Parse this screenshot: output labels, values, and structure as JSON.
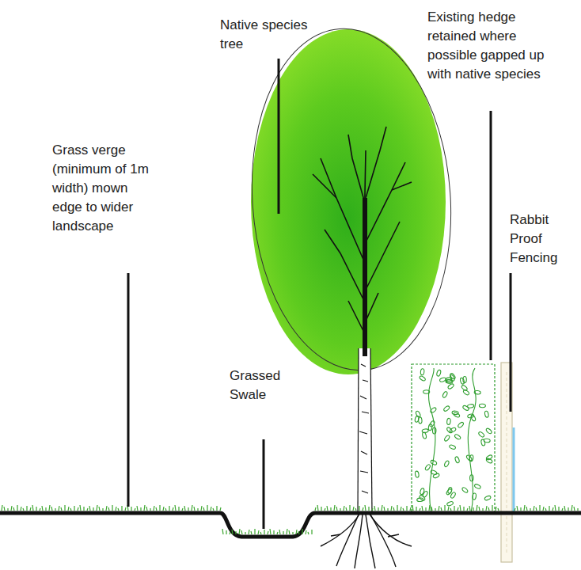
{
  "diagram": {
    "labels": [
      "Native species tree",
      "Existing hedge retained where possible gapped up with native species",
      "Grass verge (minimum of 1m width) mown edge to wider landscape",
      "Rabbit Proof Fencing",
      "Grassed Swale"
    ]
  }
}
